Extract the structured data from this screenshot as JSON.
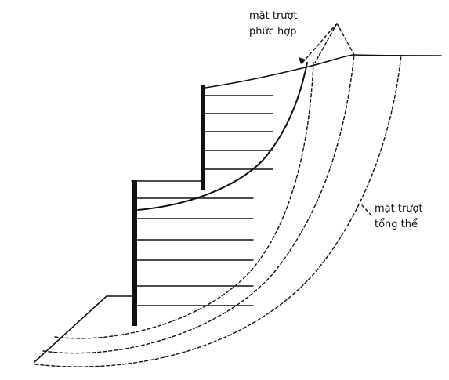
{
  "labels": {
    "compound_line1": "mặt trượt",
    "compound_line2": "phức hợp",
    "global_line1": "mặt trượt",
    "global_line2": "tổng thể"
  },
  "colors": {
    "ink": "#111111",
    "background": "#ffffff"
  }
}
